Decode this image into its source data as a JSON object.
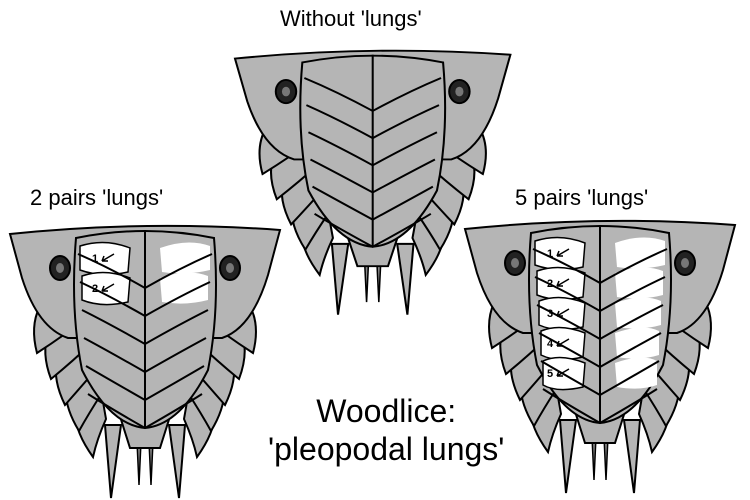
{
  "figures": [
    {
      "id": "without",
      "title": "Without 'lungs'",
      "lung_pairs": 0,
      "lung_labels": []
    },
    {
      "id": "two",
      "title": "2 pairs 'lungs'",
      "lung_pairs": 2,
      "lung_labels": [
        "1",
        "2"
      ]
    },
    {
      "id": "five",
      "title": "5 pairs 'lungs'",
      "lung_pairs": 5,
      "lung_labels": [
        "1",
        "2",
        "3",
        "4",
        "5"
      ]
    }
  ],
  "caption": {
    "line1": "Woodlice:",
    "line2": "'pleopodal lungs'"
  },
  "colors": {
    "body": "#b5b5b5",
    "lung": "#ffffff",
    "outline": "#000000",
    "eye": "#222222"
  }
}
